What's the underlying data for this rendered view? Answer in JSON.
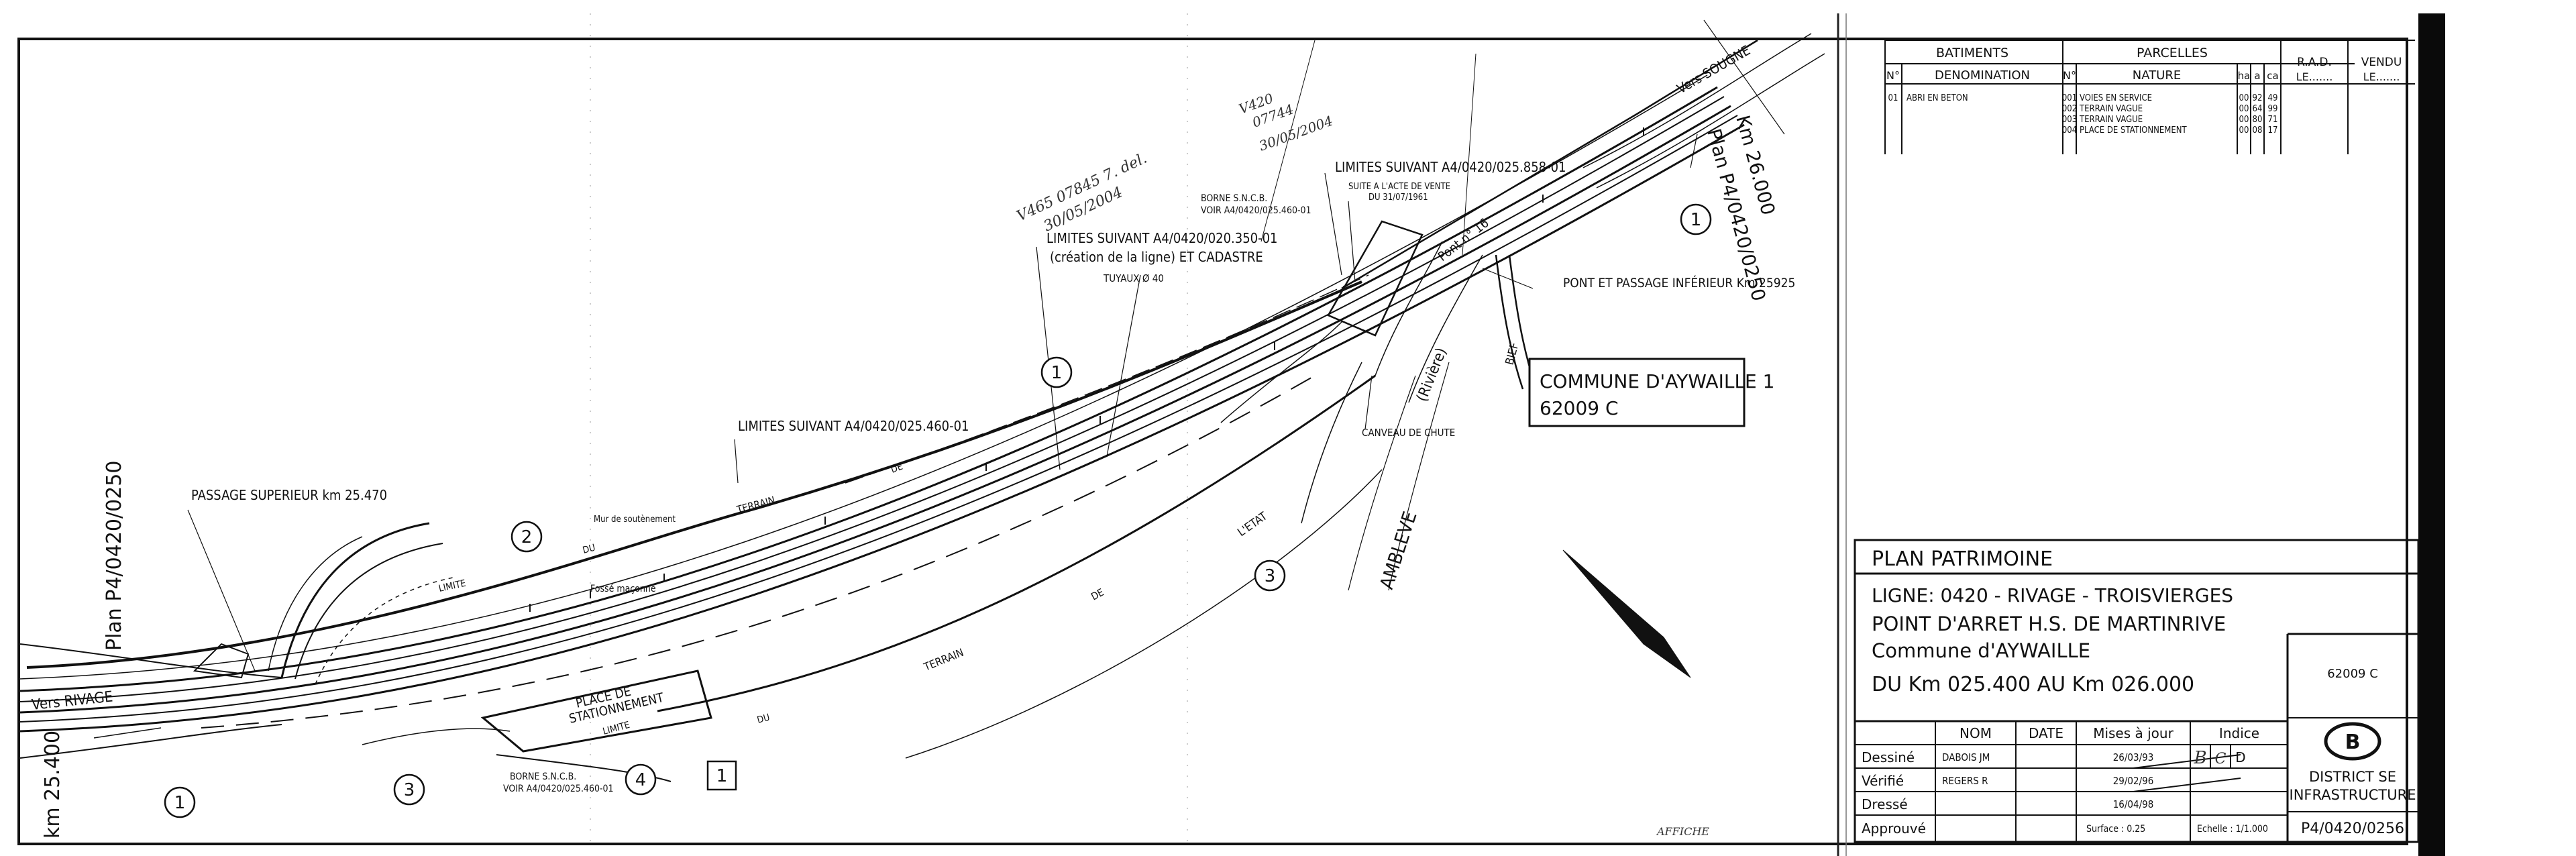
{
  "plan": {
    "labels": {
      "vers_rivage": "Vers RIVAGE",
      "vers_sougne": "Vers SOUGNE",
      "km_start": "km 25.400",
      "km_end": "Km 26.000",
      "plan_left": "Plan P4/0420/0250",
      "plan_right": "Plan P4/0420/0250",
      "passage_superieur": "PASSAGE SUPERIEUR km 25.470",
      "limites_460": "LIMITES SUIVANT A4/0420/025.460-01",
      "limites_350": "LIMITES SUIVANT A4/0420/020.350-01",
      "creation_ligne": "(création de la ligne) ET CADASTRE",
      "tuyaux": "TUYAUX Ø 40",
      "borne_top_1": "BORNE S.N.C.B.",
      "borne_top_2": "VOIR A4/0420/025.460-01",
      "limites_858": "LIMITES SUIVANT A4/0420/025.858-01",
      "suite_acte_1": "SUITE A L'ACTE DE VENTE",
      "suite_acte_2": "DU 31/07/1961",
      "pont_passage": "PONT ET PASSAGE INFÉRIEUR Km 25925",
      "pont_16": "Pont n° 16",
      "riviere": "(Rivière)",
      "bief": "BIEF",
      "canveau": "CANVEAU DE CHUTE",
      "ambleve": "AMBLEVE",
      "mur": "Mur de soutènement",
      "fosse": "Fossé maçonné",
      "terrain": "TERRAIN",
      "de": "DE",
      "l_etat": "L'ETAT",
      "limite": "LIMITE",
      "du": "DU",
      "place_1": "PLACE DE",
      "place_2": "STATIONNEMENT",
      "borne_bot_1": "BORNE S.N.C.B.",
      "borne_bot_2": "VOIR A4/0420/025.460-01",
      "commune_1": "COMMUNE D'AYWAILLE 1",
      "commune_2": "62009 C",
      "hand_1a": "V465 07845 7. del.",
      "hand_1b": "30/05/2004",
      "hand_2a": "V420",
      "hand_2b": "07744",
      "hand_2c": "30/05/2004",
      "stamp": "AFFICHE"
    },
    "callouts": [
      "1",
      "2",
      "3",
      "3",
      "4",
      "1",
      "1"
    ],
    "box_callout": "1"
  },
  "tables": {
    "batiments_header": "BATIMENTS",
    "parcelles_header": "PARCELLES",
    "rad_header": "R.A.D.",
    "rad_sub": "LE.......",
    "vendu_header": "VENDU",
    "vendu_sub": "LE.......",
    "col_n": "N°",
    "col_denomination": "DENOMINATION",
    "col_nature": "NATURE",
    "col_ha": "ha",
    "col_a": "a",
    "col_ca": "ca",
    "batiments": [
      {
        "n": "01",
        "denomination": "ABRI EN BETON"
      }
    ],
    "parcelles": [
      {
        "n": "001",
        "nature": "VOIES EN SERVICE",
        "ha": "00",
        "a": "92",
        "ca": "49"
      },
      {
        "n": "002",
        "nature": "TERRAIN VAGUE",
        "ha": "00",
        "a": "64",
        "ca": "99"
      },
      {
        "n": "003",
        "nature": "TERRAIN VAGUE",
        "ha": "00",
        "a": "80",
        "ca": "71"
      },
      {
        "n": "004",
        "nature": "PLACE DE STATIONNEMENT",
        "ha": "00",
        "a": "08",
        "ca": "17"
      }
    ]
  },
  "title_block": {
    "title": "PLAN PATRIMOINE",
    "ligne": "LIGNE: 0420 - RIVAGE - TROISVIERGES",
    "point": "POINT D'ARRET H.S. DE MARTINRIVE",
    "commune": "Commune d'AYWAILLE",
    "km_range": "DU Km 025.400 AU Km 026.000",
    "code": "62009 C",
    "col_nom": "NOM",
    "col_date": "DATE",
    "col_mises": "Mises à jour",
    "col_indice": "Indice",
    "rows": [
      {
        "label": "Dessiné",
        "nom": "DABOIS JM",
        "mise": "26/03/93"
      },
      {
        "label": "Vérifié",
        "nom": "REGERS R",
        "mise": "29/02/96"
      },
      {
        "label": "Dressé",
        "nom": "",
        "mise": "16/04/98"
      },
      {
        "label": "Approuvé",
        "nom": "",
        "mise": "Surface : 0.25"
      }
    ],
    "indices": [
      "B",
      "C",
      "D"
    ],
    "echelle": "Echelle : 1/1.000",
    "logo_letter": "B",
    "district_1": "DISTRICT SE",
    "district_2": "INFRASTRUCTURE",
    "plan_number": "P4/0420/0256"
  }
}
